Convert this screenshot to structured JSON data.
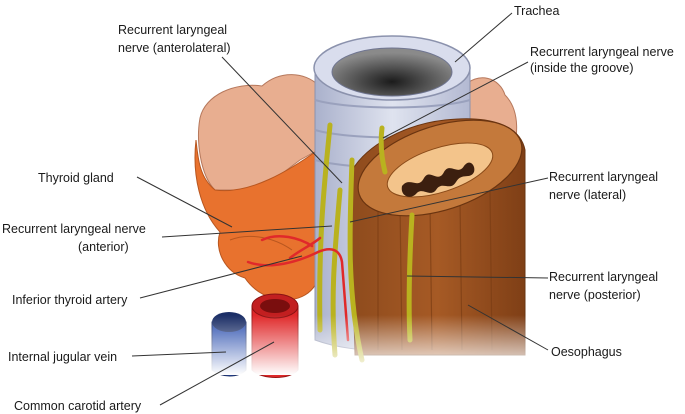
{
  "colors": {
    "thyroid_light": "#e8ae90",
    "thyroid_orange": "#e8722e",
    "trachea": "#c5cbe0",
    "oesophagus": "#a65a25",
    "nerve": "#b9b21f",
    "artery_red": "#e0292a",
    "vein_blue": "#2b4fae"
  },
  "labels": {
    "trachea": "Trachea",
    "rln_anterolateral_line1": "Recurrent laryngeal",
    "rln_anterolateral_line2": "nerve (anterolateral)",
    "rln_groove_line1": "Recurrent laryngeal nerve",
    "rln_groove_line2": "(inside the groove)",
    "thyroid_gland": "Thyroid gland",
    "rln_lateral_line1": "Recurrent laryngeal",
    "rln_lateral_line2": "nerve (lateral)",
    "rln_anterior_line1": "Recurrent laryngeal nerve",
    "rln_anterior_line2": "(anterior)",
    "inferior_thyroid_artery": "Inferior thyroid artery",
    "rln_posterior_line1": "Recurrent laryngeal",
    "rln_posterior_line2": "nerve (posterior)",
    "internal_jugular_vein": "Internal jugular vein",
    "oesophagus": "Oesophagus",
    "common_carotid_artery": "Common carotid artery"
  }
}
